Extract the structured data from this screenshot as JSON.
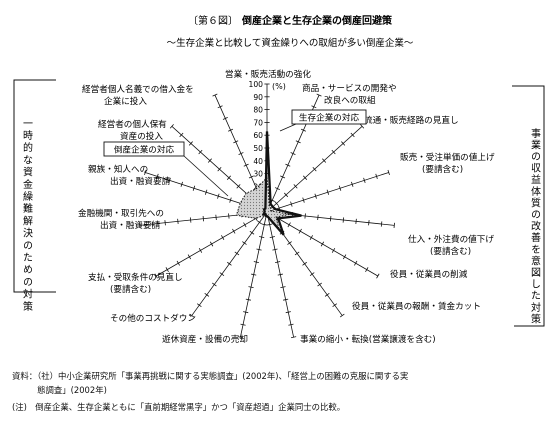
{
  "figure": {
    "label": "〔第６図〕",
    "title": "倒産企業と生存企業の倒産回避策",
    "subtitle": "～生存企業と比較して資金繰りへの取組が多い倒産企業～"
  },
  "side_labels": {
    "left": "一時的な資金繰難解決のための対策",
    "right": "事業の収益体質の改善を意図した対策"
  },
  "notes": [
    "資料：（社）中小企業研究所「事業再挑戦に関する実態調査」(2002年)、「経営上の困難の克服に関する実",
    "　　　態調査」(2002年)",
    "(注)　倒産企業、生存企業ともに「直前期経常黒字」かつ「資産超過」企業同士の比較。"
  ],
  "colors": {
    "bankrupt_fill": "#cfcfcf",
    "line": "#111111"
  },
  "chart_data": {
    "type": "radar",
    "axis_unit": "(%)",
    "rmax": 100,
    "ticks": [
      0,
      10,
      20,
      30,
      40,
      50,
      60,
      70,
      80,
      90,
      100
    ],
    "categories": [
      [
        "営業・販売活動の強化"
      ],
      [
        "商品・サービスの開発や",
        "改良への取組"
      ],
      [
        "流通・販売経路の見直し"
      ],
      [
        "販売・受注単価の値上げ",
        "(要請含む)"
      ],
      [
        "仕入・外注費の値下げ",
        "(要請含む)"
      ],
      [
        "役員・従業員の削減"
      ],
      [
        "役員・従業員の報酬・賃金カット"
      ],
      [
        "事業の縮小・転換(営業譲渡を含む)"
      ],
      [
        "遊休資産・設備の売却"
      ],
      [
        "その他のコストダウン"
      ],
      [
        "支払・受取条件の見直し",
        "(要請含む)"
      ],
      [
        "金融機関・取引先への",
        "出資・融資要請"
      ],
      [
        "親族・知人への",
        "出資・融資要請"
      ],
      [
        "経営者の個人保有",
        "資産の投入"
      ],
      [
        "経営者個人名義での借入金を",
        "企業に投入"
      ]
    ],
    "series": [
      {
        "name": "生存企業の対応",
        "style": "solid-thick",
        "values": [
          63,
          7,
          6,
          7,
          27,
          10,
          22,
          4,
          3,
          2,
          3,
          2,
          2,
          3,
          3
        ]
      },
      {
        "name": "倒産企業の対応",
        "style": "dotted-fill",
        "values": [
          27,
          5,
          4,
          3,
          18,
          8,
          16,
          3,
          4,
          3,
          10,
          24,
          22,
          22,
          20
        ]
      }
    ]
  }
}
